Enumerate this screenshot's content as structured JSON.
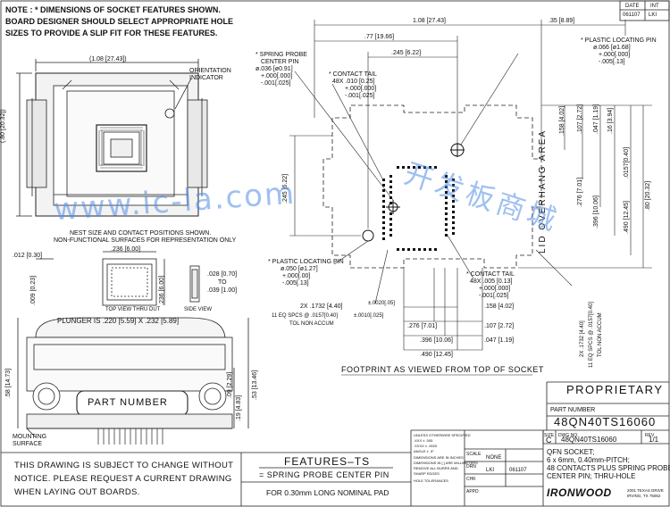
{
  "notes": {
    "line1": "NOTE : * DIMENSIONS OF SOCKET FEATURES SHOWN.",
    "line2": "BOARD DESIGNER SHOULD SELECT APPROPRIATE HOLE",
    "line3": "SIZES TO PROVIDE A SLIP FIT FOR THESE FEATURES."
  },
  "revision_block": {
    "date_header": "DATE",
    "init_header": "INT",
    "date": "061107",
    "init": "LKI"
  },
  "top_view": {
    "width_dim": "(1.08 [27.43])",
    "height_dim": "(.80 [20.32])",
    "orientation_label": "ORIENTATION INDICATOR",
    "caption1": "NEST SIZE AND CONTACT POSITIONS SHOWN.",
    "caption2": "NON-FUNCTIONAL SURFACES FOR REPRESENTATION ONLY"
  },
  "small_views": {
    "dim_012": ".012 [0.30]",
    "dim_236_top": ".236 [6.00]",
    "dim_009": ".009 [0.23]",
    "dim_236_side": ".236 [6.00]",
    "top_view_label": "TOP VIEW THRU DUT",
    "side_view_label": "SIDE VIEW",
    "dim_028": ".028 [0.70]",
    "to": "TO",
    "dim_039": ".039 [1.00]",
    "plunger": "PLUNGER IS .220 [5.59] X .232 [5.89]"
  },
  "front_view": {
    "dim_58": ".58 [14.73]",
    "dim_09": ".09 [2.29]",
    "dim_19": ".19 [4.83]",
    "dim_53": ".53 [13.46]",
    "part_number_label": "PART NUMBER",
    "mounting_label1": "MOUNTING",
    "mounting_label2": "SURFACE"
  },
  "footprint": {
    "dim_108": "1.08 [27.43]",
    "dim_35": ".35 [8.89]",
    "dim_77": ".77 [19.66]",
    "dim_245_top": ".245 [6.22]",
    "dim_245_left": ".245 [6.22]",
    "spring_probe": [
      "* SPRING PROBE",
      "CENTER PIN",
      "ø.036 [ø0.91]",
      "+.000[.000]",
      "-.001[.025]"
    ],
    "contact_tail_top": [
      "* CONTACT TAIL",
      "48X .010 [0.25]",
      "+.000[.000]",
      "-.001[.025]"
    ],
    "plastic_pin_top": [
      "* PLASTIC LOCATING PIN",
      "ø.066 [ø1.68]",
      "+.000[.000]",
      "-.005[.13]"
    ],
    "plastic_pin_left": [
      "* PLASTIC LOCATING PIN",
      "ø.050 [ø1.27]",
      "+.000[.00]",
      "-.005[.13]"
    ],
    "contact_tail_bottom": [
      "* CONTACT TAIL",
      "48X .005 [0.13]",
      "+.000[.000]",
      "-.001[.025]"
    ],
    "lid_overhang": "LID OVERHANG AREA",
    "right_dims": [
      ".158 [4.02]",
      ".107 [2.72]",
      ".047 [1.19]",
      ".16 [3.94]",
      ".0157[0.40]",
      ".276 [7.01]",
      ".396 [10.06]",
      ".490 [12.45]",
      ".80 [20.32]"
    ],
    "bottom_left_1": "2X .1732 [4.40]",
    "bottom_left_1b": "±.0020[.05]",
    "bottom_left_2": "11 EQ SPCS @ .0157[0.40]",
    "bottom_left_2b": "±.0010[.025]",
    "bottom_left_3": "TOL NON ACCUM",
    "bottom_dims": [
      ".158 [4.02]",
      ".276 [7.01]",
      ".107 [2.72]",
      ".396 [10.06]",
      ".047 [1.19]",
      ".490 [12.45]"
    ],
    "rot_dims": [
      "2X .1732 [4.40]",
      "11 EQ SPCS @ .0157[0.40]",
      "TOL NON ACCUM"
    ],
    "footprint_caption": "FOOTPRINT AS VIEWED FROM TOP OF SOCKET"
  },
  "title_block": {
    "proprietary": "PROPRIETARY",
    "part_number_header": "PART NUMBER",
    "part_number": "48QN40TS16060",
    "size_label": "SIZE",
    "size": "C",
    "dwg_label": "DWG NO.",
    "dwg_no": "48QN40TS16060",
    "rev_label": "REV",
    "sheet": "1/1",
    "desc": [
      "QFN SOCKET;",
      "6 x 6mm, 0.40mm-PITCH;",
      "48 CONTACTS PLUS SPRING PROBE",
      "CENTER PIN; THRU-HOLE"
    ],
    "scale_label": "SCALE",
    "scale": "NONE",
    "drn_label": "DRN",
    "drn": "LKI",
    "drn_date": "061107",
    "chk_label": "CHK",
    "appd_label": "APPD",
    "tolerance_text": [
      "UNLESS OTHERWISE SPECIFIED",
      ".XXX ± .005",
      ".XXXX ± .0020",
      "ANGLE ± .5°",
      "DIMENSIONS ARE IN INCHES",
      "DIMENSIONS IN [ ] ARE MILLIMETERS",
      "REMOVE ALL BURRS AND",
      "SHARP EDGES",
      "HOLE TOLERANCES"
    ],
    "company": "IRONWOOD",
    "company_addr": [
      "2001 TEXAS DRIVE",
      "IRVING, TX 75062"
    ]
  },
  "bottom_notes": {
    "left": [
      "THIS DRAWING IS SUBJECT TO CHANGE WITHOUT",
      "NOTICE. PLEASE REQUEST A CURRENT DRAWING",
      "WHEN LAYING OUT BOARDS."
    ],
    "features_title": "FEATURES–TS",
    "features_sub": "= SPRING PROBE CENTER PIN",
    "pad_note": "FOR 0.30mm LONG NOMINAL PAD"
  },
  "watermark": {
    "text1": "www.ic-la.com",
    "text2": "开发板商城"
  }
}
